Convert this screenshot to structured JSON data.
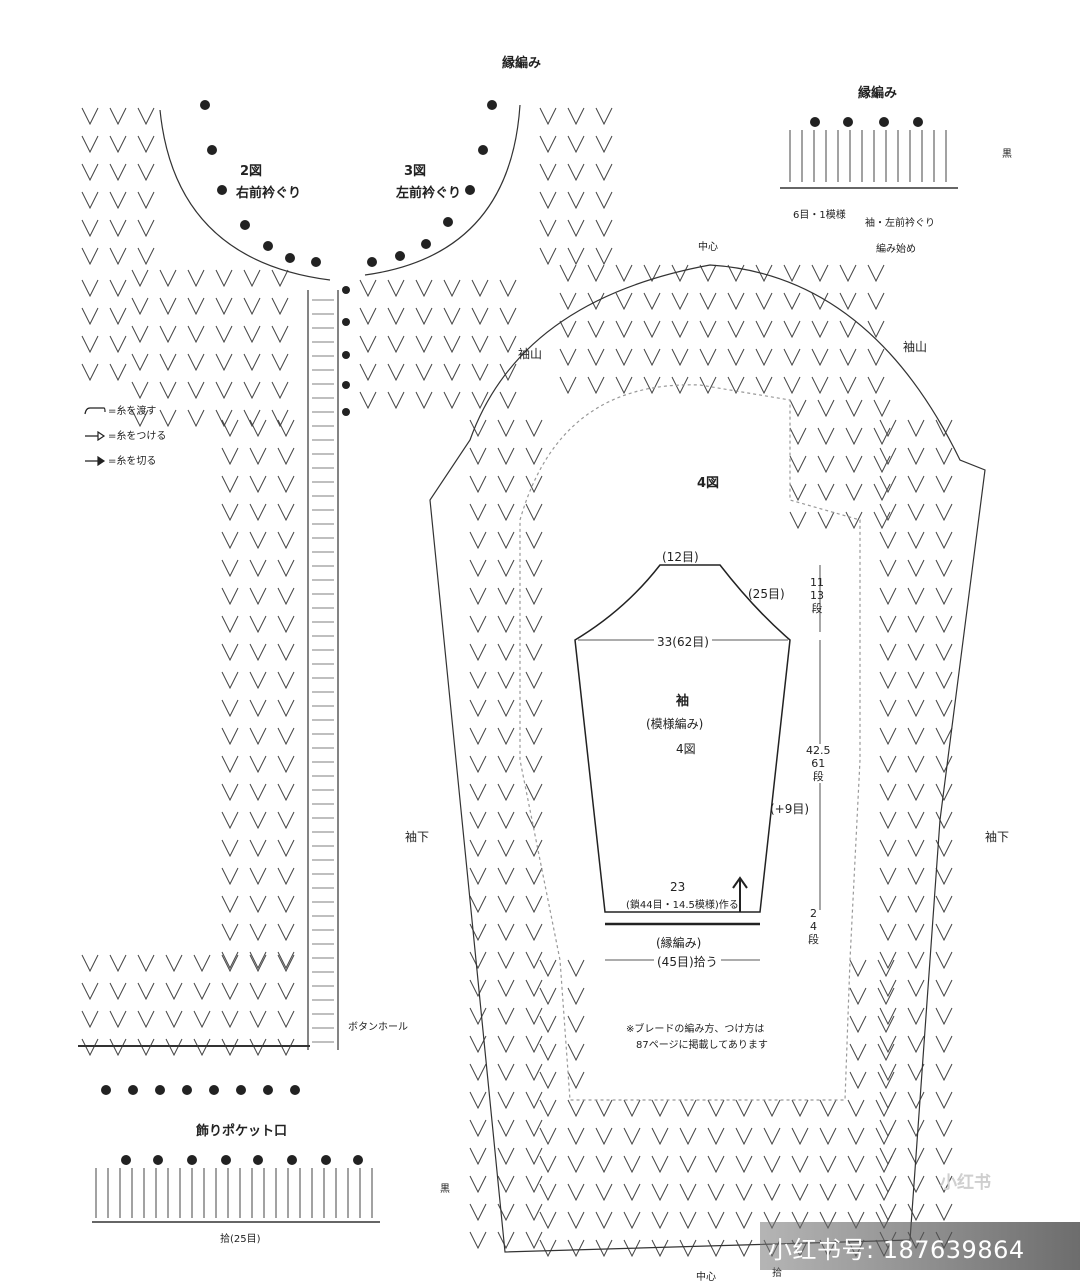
{
  "labels": {
    "top_edge_title": "縁編み",
    "top_right_edge_title": "縁編み",
    "right_front_fig": "2図",
    "right_front_name": "右前衿ぐり",
    "left_front_fig": "3図",
    "left_front_name": "左前衿ぐり",
    "edge_note_rows": "6目・1模様",
    "edge_note_start": "袖・左前衿ぐり",
    "edge_note_start2": "編み始め",
    "edge_black": "黒",
    "center_top": "中心",
    "sleeve_cap_left": "袖山",
    "sleeve_cap_right": "袖山",
    "fig4": "4図",
    "under_left": "袖下",
    "under_right": "袖下",
    "buttonhole": "ボタンホール",
    "pocket_title": "飾りポケット口",
    "pocket_count": "拾(25目)",
    "pocket_black": "黒",
    "braid_note_1": "※ブレードの編み方、つけ方は",
    "braid_note_2": "87ページに掲載してあります",
    "center_bottom": "中心",
    "bottom_pickup": "拾",
    "watermark": "小红书号: 187639864",
    "watermark_logo": "小红书"
  },
  "legend": [
    {
      "icon": "yarn-pass-icon",
      "text": "=糸を渡す"
    },
    {
      "icon": "yarn-attach-icon",
      "text": "=糸をつける"
    },
    {
      "icon": "yarn-cut-icon",
      "text": "=糸を切る"
    }
  ],
  "schematic": {
    "top_width": "(12目)",
    "cap_side": "(25目)",
    "cap_rows_a": "11",
    "cap_rows_b": "13",
    "cap_rows_c": "段",
    "chest": "33(62目)",
    "name": "袖",
    "pattern": "(模様編み)",
    "fig": "4図",
    "length_a": "42.5",
    "length_b": "61",
    "length_c": "段",
    "increase": "(+9目)",
    "cuff_width": "23",
    "cast_on": "(鎖44目・14.5模様)作る",
    "edge": "(縁編み)",
    "pickup": "(45目)拾う",
    "edge_h_a": "2",
    "edge_h_b": "4",
    "edge_h_c": "段"
  },
  "colors": {
    "ink": "#222222",
    "paper": "#ffffff"
  }
}
